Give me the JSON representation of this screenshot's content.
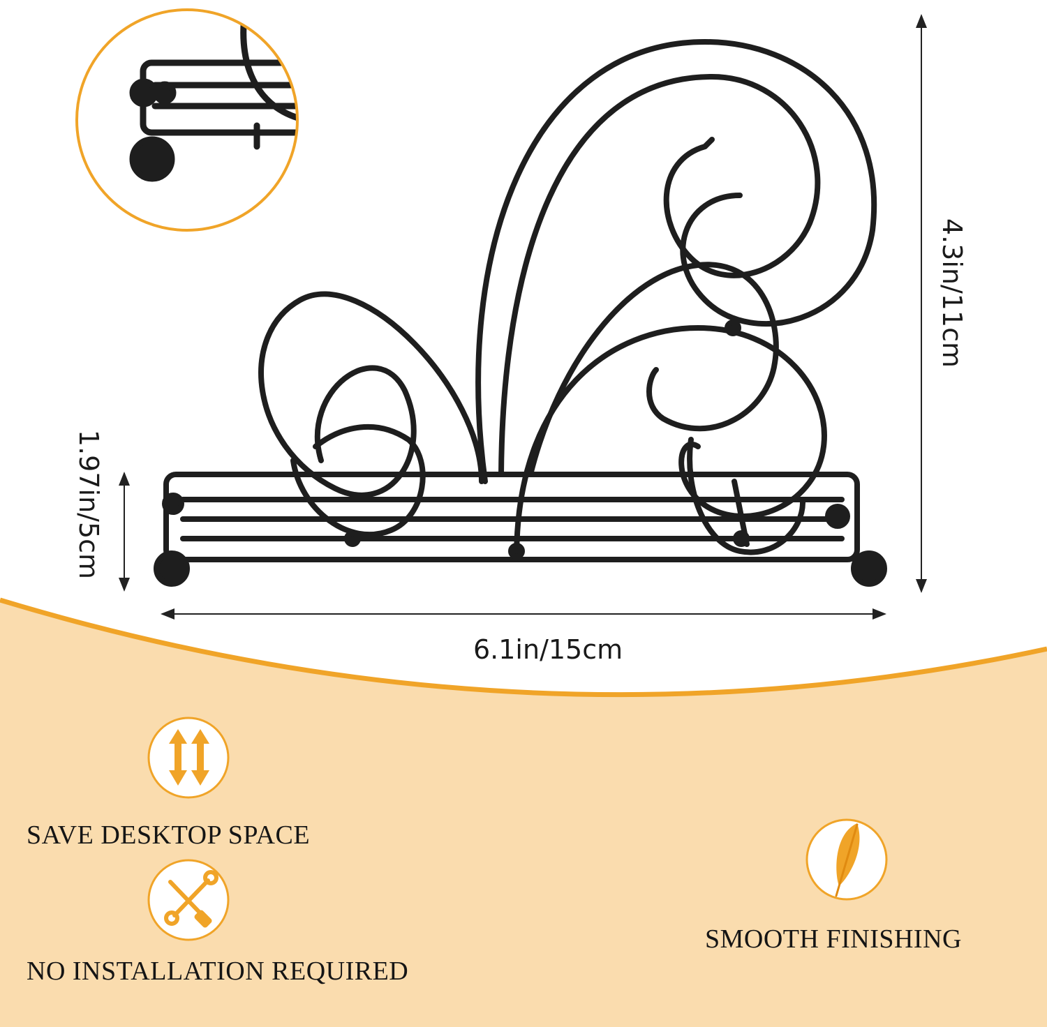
{
  "dimensions": {
    "width_label": "6.1in/15cm",
    "height_label": "4.3in/11cm",
    "base_height_label": "1.97in/5cm"
  },
  "features": {
    "save_space": {
      "label": "SAVE DESKTOP SPACE",
      "icon": "double-arrow-icon"
    },
    "no_installation": {
      "label": "NO INSTALLATION REQUIRED",
      "icon": "wrench-screwdriver-icon"
    },
    "smooth_finishing": {
      "label": "SMOOTH FINISHING",
      "icon": "feather-icon"
    }
  },
  "colors": {
    "accent": "#f0a428",
    "lower_background": "#fadcae",
    "wire": "#1e1e1e"
  }
}
